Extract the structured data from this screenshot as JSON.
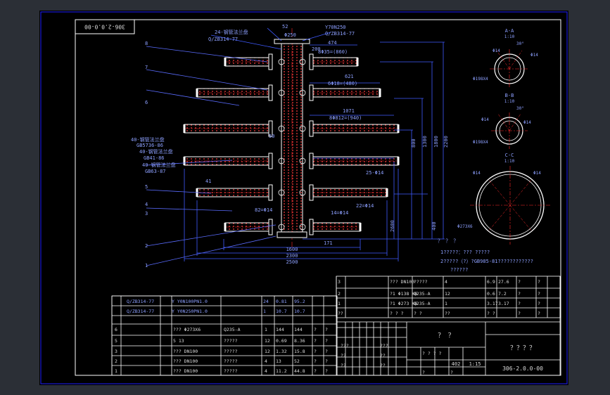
{
  "drawing_code": "306-2.0.0-00",
  "colors": {
    "app_bg": "#2b2f36",
    "sheet": "#000000",
    "frame": "#1e1eff",
    "line": "#ffffff",
    "dim": "#3f5bff",
    "leader": "#7a7aff",
    "hatch": "#ff4040",
    "crosshair": "#ff2a2a",
    "text": "#dcdcdc"
  },
  "top_labels": {
    "std_a": "24-钢管法兰盘",
    "std_b": "Q/ZB314-77",
    "flange_a": "Y70N250",
    "flange_b": "Q/ZB314-77",
    "dim_52": "52",
    "dim_250": "Φ250",
    "d_474": "474",
    "d_200": "200",
    "spec_860": "8Φ35=(860)",
    "d_621": "621",
    "spec_480": "6Φ18=(480)",
    "d_1071": "1071",
    "spec_940": "8Φ812=(940)"
  },
  "left_labels": {
    "l1a": "40-钢管法兰盘",
    "l1b": "GB5736-86",
    "l1c": "40-钢管法兰盘",
    "l1d": "GB41-86",
    "l1e": "40-钢管法兰盘",
    "l1f": "GB63-87",
    "d_41": "41",
    "d_82": "82=Φ14",
    "d_14a": "14=Φ14",
    "d_25": "25-Φ14",
    "d_22": "22=Φ14",
    "d_50": "50",
    "d_171": "171"
  },
  "bottom_dims": [
    "1600",
    "2300",
    "2500"
  ],
  "item_numbers": [
    "8",
    "7",
    "6",
    "5",
    "4",
    "3",
    "2",
    "1"
  ],
  "vert_dims": [
    "400",
    "800",
    "1300",
    "1800",
    "2200",
    "2600"
  ],
  "sections": {
    "aa": "A-A",
    "aa_sub": "1:10",
    "aa_note": "30°",
    "aa_hole": "Φ14",
    "aa_bolt": "Φ198X4",
    "bb": "B-B",
    "bb_sub": "1:10",
    "bb_note": "30°",
    "bb_hole": "Φ14",
    "bb_bolt": "Φ198X4",
    "cc": "C-C",
    "cc_sub": "1:10",
    "cc_hole": "Φ14",
    "cc_dia": "Φ273X6"
  },
  "notes": {
    "title": "？ ？ ？",
    "line1": "1?????：??? ?????",
    "line2": "2?????（?）?GB985-81????????????",
    "line3": "??????"
  },
  "left_table": {
    "top_rows": [
      [
        "",
        "Q/ZB314-77",
        "Y  Y0N100PN1.0",
        "",
        "24",
        "0.81",
        "95.2",
        ""
      ],
      [
        "",
        "Q/ZB314-77",
        "Y  Y0N250PN1.0",
        "",
        "1",
        "10.7",
        "10.7",
        ""
      ]
    ],
    "rows": [
      [
        "6",
        "",
        "???  Φ273X6",
        "Q235-A",
        "1",
        "144",
        "144",
        "?",
        "?"
      ],
      [
        "5",
        "",
        "5  13",
        "?????",
        "12",
        "0.69",
        "8.36",
        "?",
        "?"
      ],
      [
        "3",
        "",
        "???  DN100",
        "?????",
        "12",
        "1.32",
        "15.8",
        "?",
        "?"
      ],
      [
        "2",
        "",
        "???  DN100",
        "?????",
        "4",
        "13",
        "52",
        "?",
        "?"
      ],
      [
        "1",
        "",
        "???  DN100",
        "?????",
        "4",
        "11.2",
        "44.8",
        "?",
        "?"
      ]
    ]
  },
  "right_table": {
    "parts": [
      [
        "3",
        "",
        "???  DN100",
        "?????",
        "4",
        "6.9",
        "27.6",
        "?",
        "?"
      ],
      [
        "2",
        "",
        "?1  Φ138  X6",
        "Q235-A",
        "12",
        "0.6",
        "7.2",
        "?",
        "?"
      ],
      [
        "1",
        "",
        "?1  Φ273  X6",
        "Q235-A",
        "1",
        "3.17",
        "3.17",
        "?",
        "?"
      ],
      [
        "??",
        "",
        "?  ?  ?",
        "?  ?",
        "??",
        "?  ?",
        "",
        "?",
        "?"
      ]
    ],
    "center_title": "？  ？",
    "product_name": "？？？？",
    "drawing_no": "306-2.0.0-00",
    "weight": "402",
    "scale": "1:15"
  }
}
